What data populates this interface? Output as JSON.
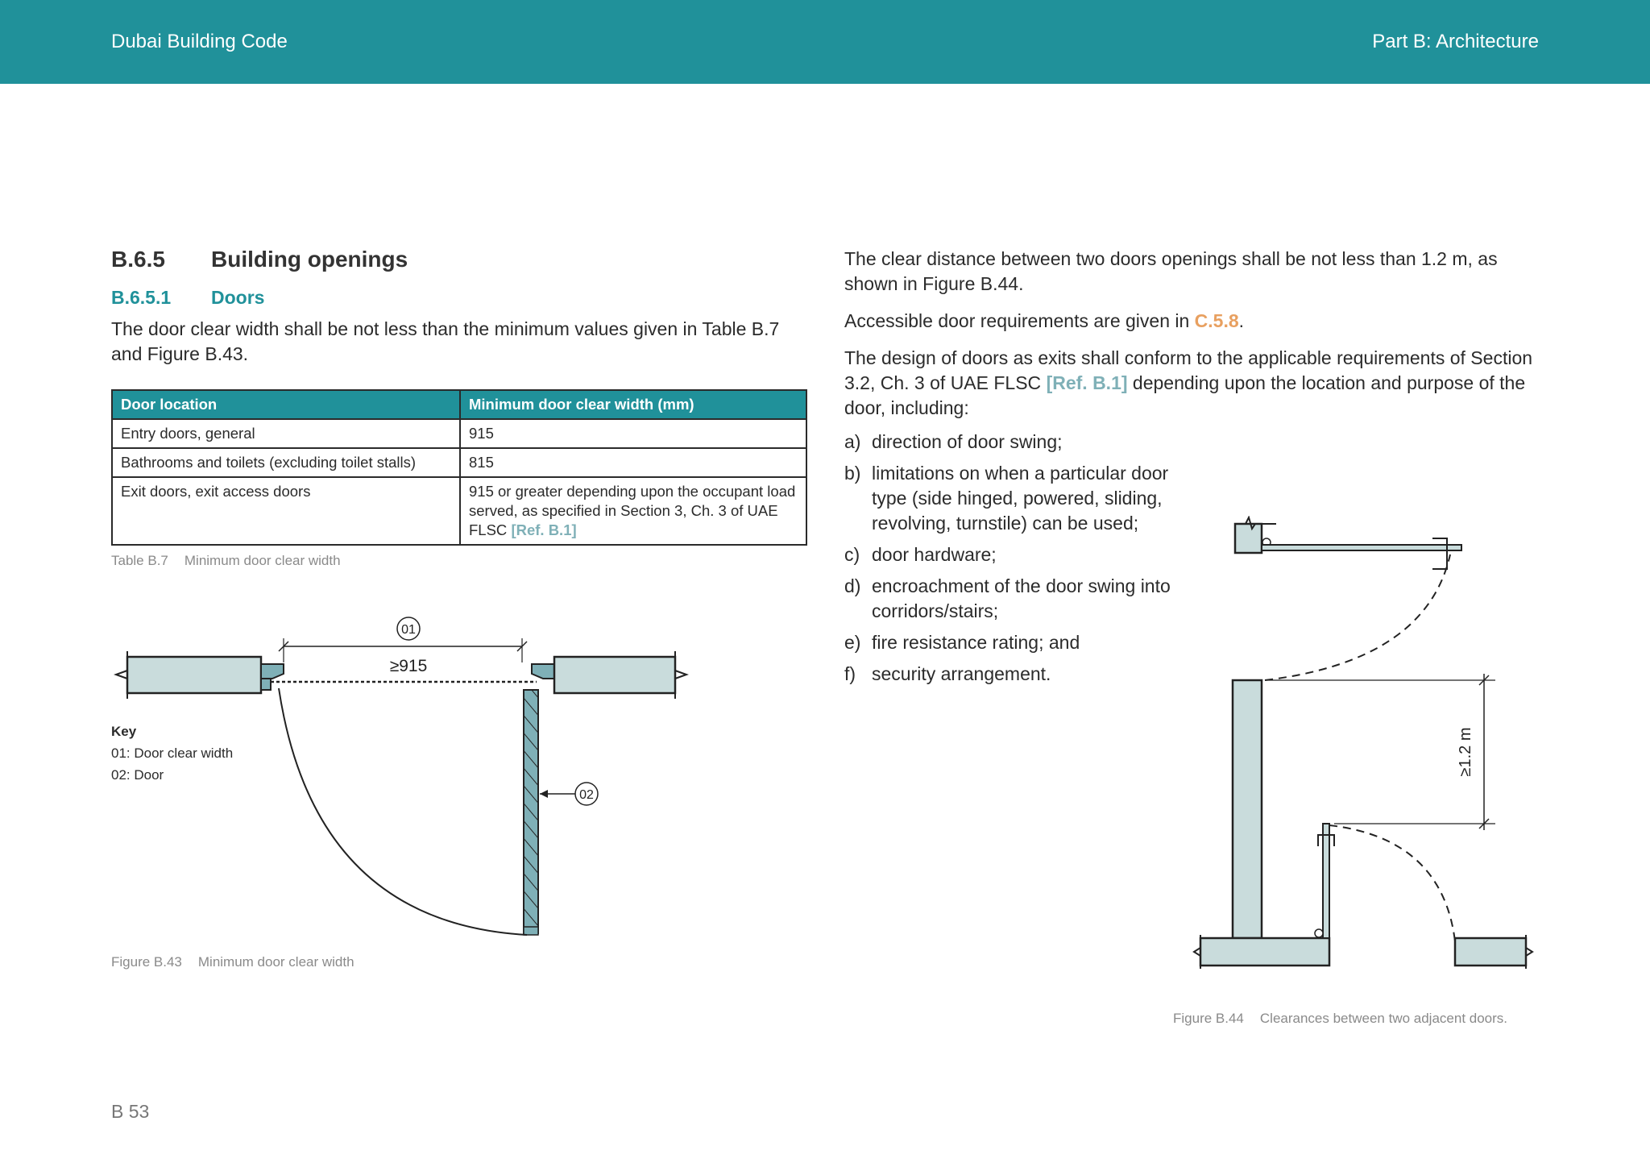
{
  "header": {
    "left": "Dubai Building Code",
    "right": "Part B: Architecture"
  },
  "section": {
    "number": "B.6.5",
    "title": "Building openings"
  },
  "subsection": {
    "number": "B.6.5.1",
    "title": "Doors"
  },
  "intro": "The door clear width shall be not less than the minimum values given in Table B.7 and Figure B.43.",
  "table": {
    "headers": [
      "Door location",
      "Minimum door clear width (mm)"
    ],
    "rows": [
      {
        "location": "Entry doors, general",
        "width": "915"
      },
      {
        "location": "Bathrooms and toilets (excluding toilet stalls)",
        "width": "815"
      },
      {
        "location": "Exit doors, exit access doors",
        "width": "915 or greater depending upon the occupant load served, as specified in Section 3, Ch. 3 of UAE FLSC",
        "ref": "[Ref. B.1]"
      }
    ],
    "caption_label": "Table B.7",
    "caption_text": "Minimum door clear width"
  },
  "figure43": {
    "callout_01": "01",
    "callout_02": "02",
    "dimension": "≥915",
    "key_title": "Key",
    "key_items": [
      "01: Door clear width",
      "02: Door"
    ],
    "caption_label": "Figure B.43",
    "caption_text": "Minimum door clear width"
  },
  "right": {
    "p1": "The clear distance between two doors openings shall be not less than 1.2 m, as shown in Figure B.44.",
    "p2_pre": "Accessible door requirements are given in ",
    "p2_ref": "C.5.8",
    "p2_post": ".",
    "p3_pre": "The design of doors as exits shall conform to the applicable requirements of Section 3.2, Ch. 3 of UAE FLSC ",
    "p3_ref": "[Ref. B.1]",
    "p3_post": " depending upon the location and purpose of the door, including:",
    "items": [
      {
        "marker": "a)",
        "text": "direction of door swing;"
      },
      {
        "marker": "b)",
        "text": "limitations on when a particular door type (side hinged, powered, sliding, revolving, turnstile) can be used;"
      },
      {
        "marker": "c)",
        "text": "door hardware;"
      },
      {
        "marker": "d)",
        "text": "encroachment of the door swing into corridors/stairs;"
      },
      {
        "marker": "e)",
        "text": "fire resistance rating; and"
      },
      {
        "marker": "f)",
        "text": "security arrangement."
      }
    ]
  },
  "figure44": {
    "dimension": "≥1.2 m",
    "caption_label": "Figure B.44",
    "caption_text": "Clearances between two adjacent doors."
  },
  "footer": {
    "page": "B 53"
  },
  "colors": {
    "teal": "#20919a",
    "wall_fill": "#c9dcdc",
    "ref_link": "#7fb0b7",
    "ref_orange": "#e8a060"
  }
}
